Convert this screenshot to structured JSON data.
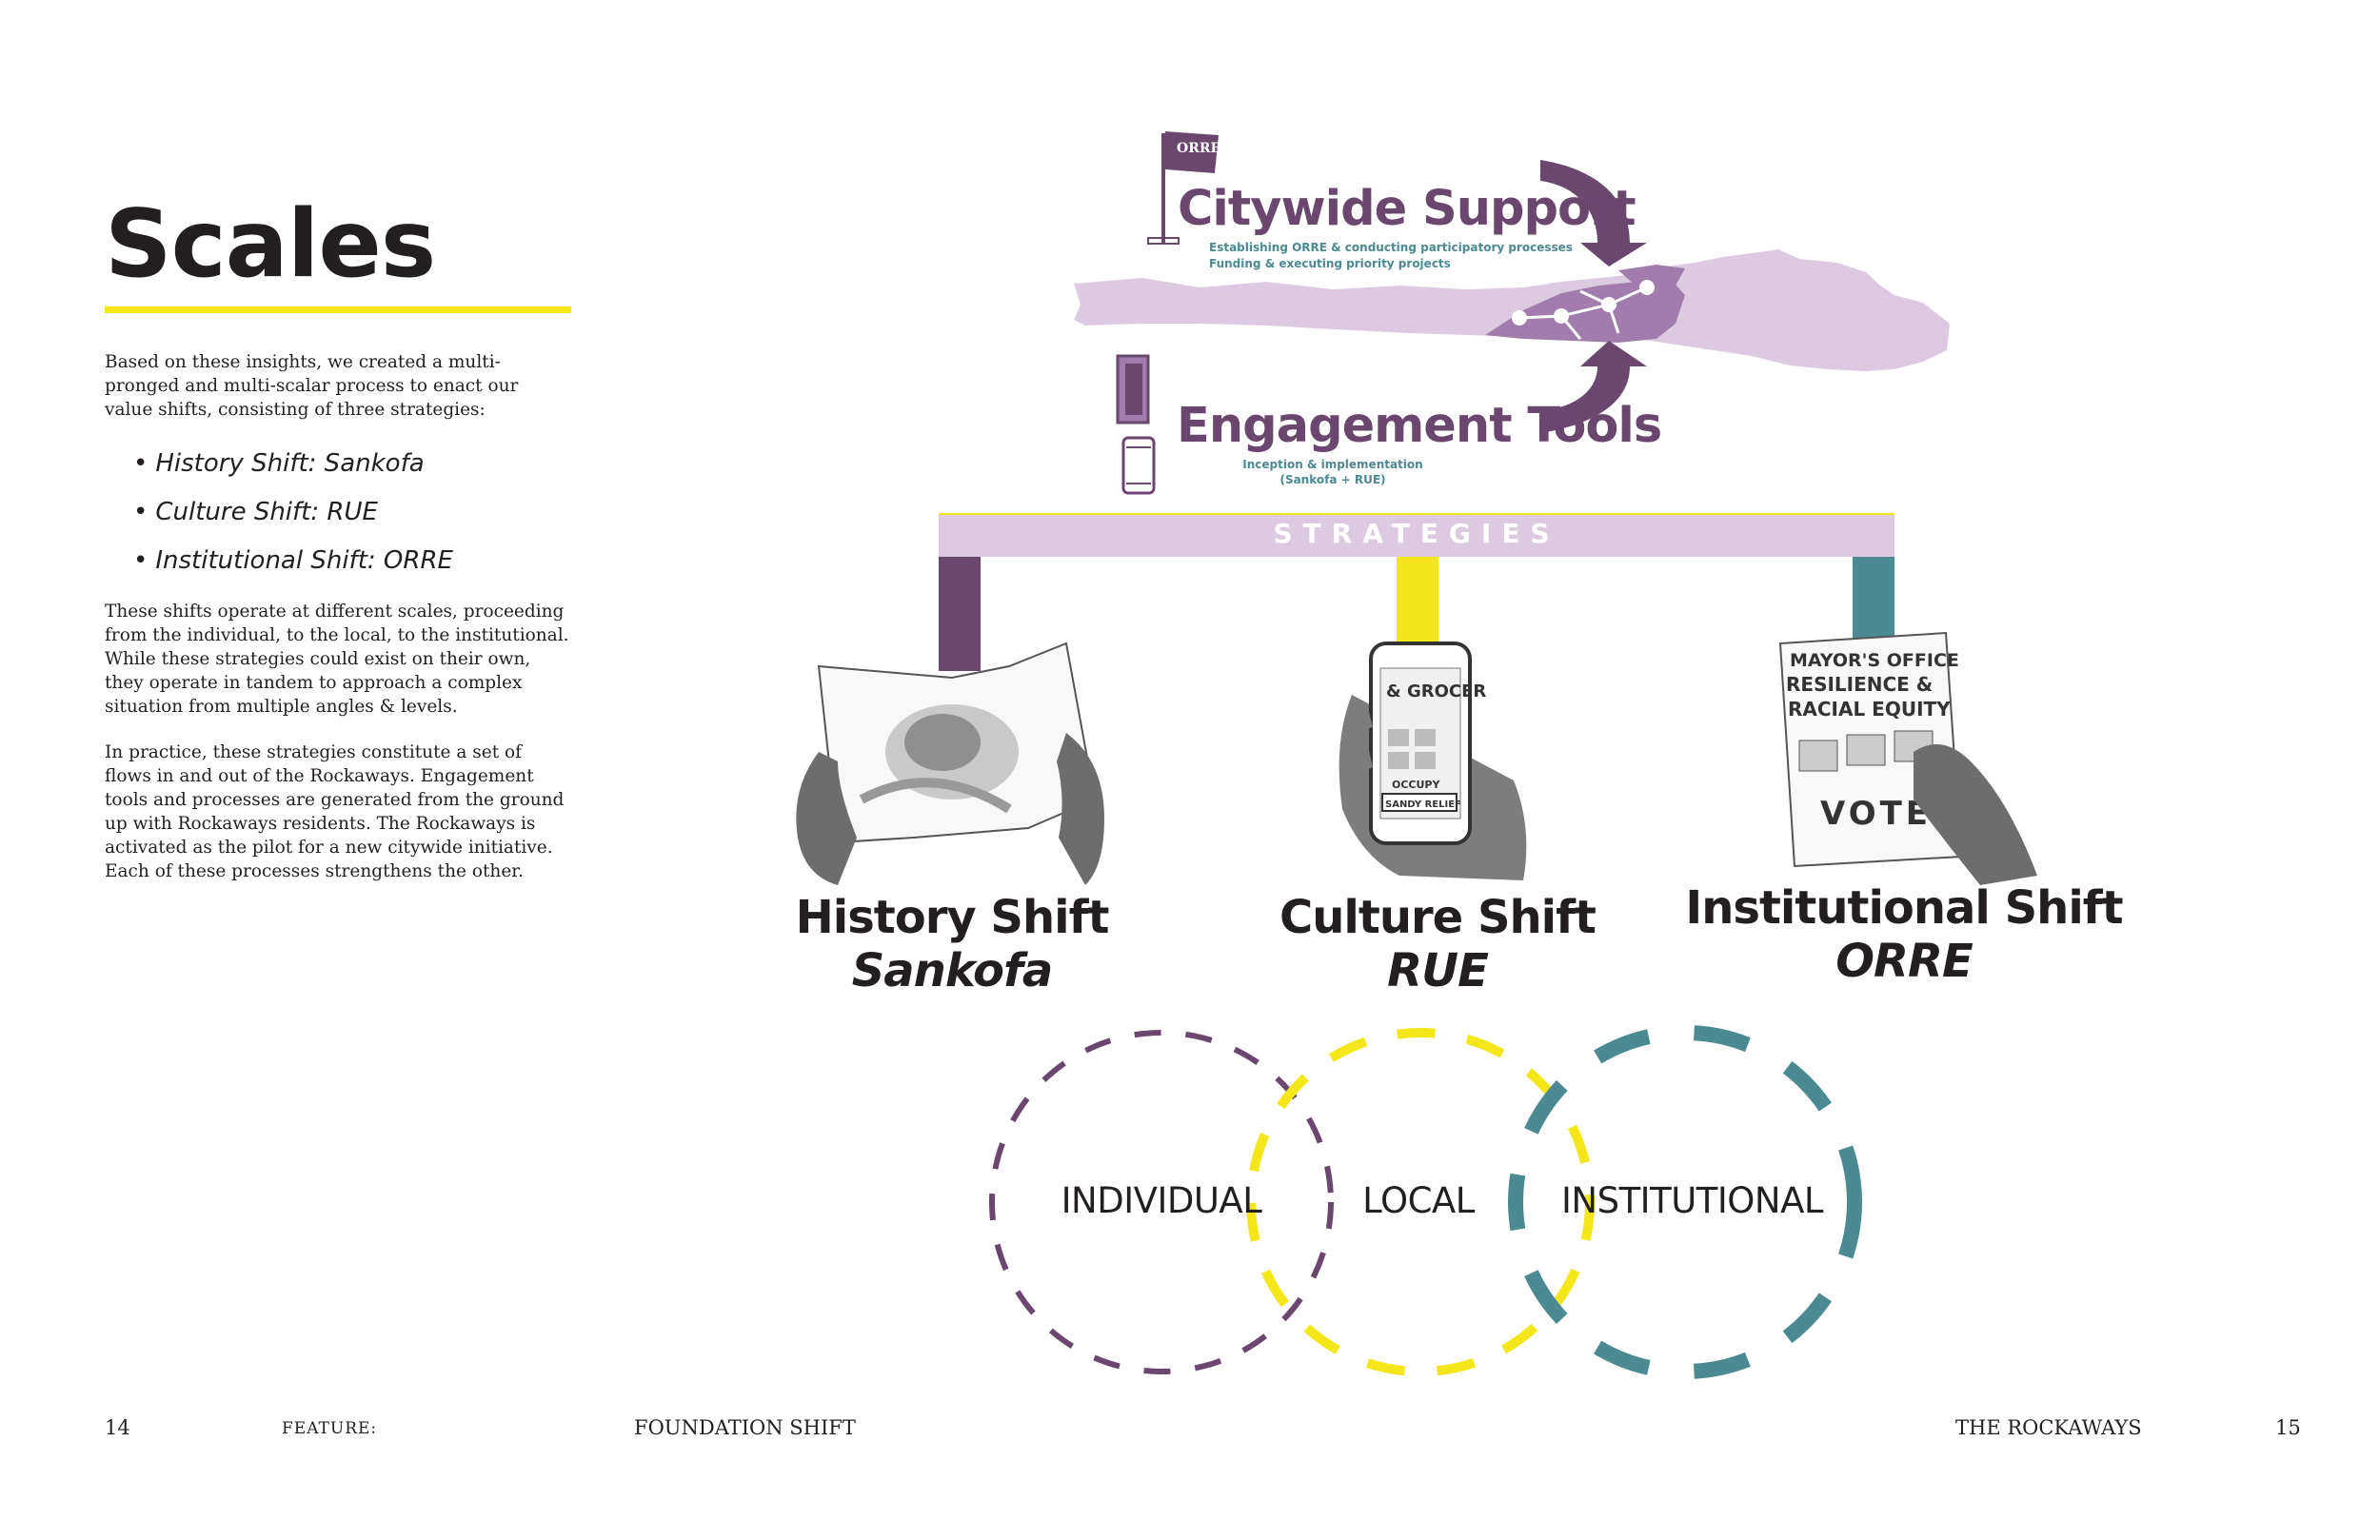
{
  "left": {
    "title": "Scales",
    "intro": "Based on these insights, we created a multi-pronged and multi-scalar process to enact our value shifts, consisting of three strategies:",
    "bullets": [
      "History Shift: Sankofa",
      "Culture Shift: RUE",
      "Institutional Shift: ORRE"
    ],
    "para2": "These shifts operate at different scales, proceeding from the individual, to the local, to the institutional. While these strategies could exist on their own, they operate in tandem to approach a complex situation from multiple angles & levels.",
    "para3": "In practice, these strategies constitute a set of flows in and out of the Rockaways. Engagement tools and processes are generated from the ground up with Rockaways residents. The Rockaways is activated as the pilot for a new citywide initiative. Each of these processes strengthens the other."
  },
  "diagram": {
    "flag_text": "ORRE",
    "citywide": {
      "title": "Citywide Support",
      "line1": "Establishing ORRE & conducting participatory processes",
      "line2": "Funding & executing priority projects"
    },
    "engagement": {
      "title": "Engagement Tools",
      "line1": "Inception & implementation",
      "line2": "(Sankofa + RUE)"
    },
    "strategies_label": "STRATEGIES",
    "shifts": [
      {
        "title": "History Shift",
        "sub": "Sankofa"
      },
      {
        "title": "Culture Shift",
        "sub": "RUE"
      },
      {
        "title": "Institutional Shift",
        "sub": "ORRE"
      }
    ],
    "phone_text": {
      "line1": "& GROCER",
      "line2": "OCCUPY",
      "line3": "SANDY RELIEF"
    },
    "paper_text": {
      "line1": "MAYOR'S OFFICE",
      "line2": "RESILIENCE &",
      "line3": "RACIAL EQUITY",
      "line4": "VOTE"
    },
    "scales": [
      "INDIVIDUAL",
      "LOCAL",
      "INSTITUTIONAL"
    ],
    "colors": {
      "purple": "#6b4770",
      "lavender": "#dccbe0",
      "yellow": "#f5e619",
      "teal": "#4b8a92"
    }
  },
  "footer": {
    "page_left": "14",
    "feature": "FEATURE:",
    "left_title": "FOUNDATION SHIFT",
    "right_title": "THE ROCKAWAYS",
    "page_right": "15"
  }
}
